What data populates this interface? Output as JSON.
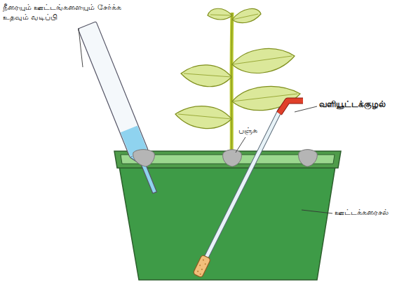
{
  "diagram": {
    "labels": [
      "நீரையும் ஊட்டங்களையும் சேர்க்க உதவும் வடிப்பி",
      "பஞ்சு",
      "வளியூட்டக்குழல்",
      "ஊட்டக்கரைசல்"
    ]
  }
}
